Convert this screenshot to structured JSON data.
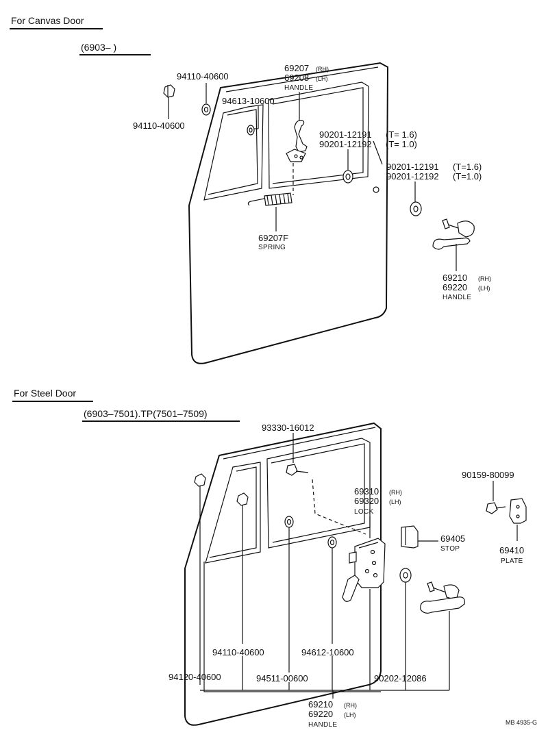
{
  "canvas": {
    "section_title": "For Canvas Door",
    "range": "(6903–      )",
    "nut_a": "94110-40600",
    "nut_b": "94110-40600",
    "grommet": "94613-10600",
    "inner_handle_rh": "69207",
    "inner_handle_lh": "69208",
    "rh": "(RH)",
    "lh": "(LH)",
    "handle_label": "HANDLE",
    "washer_a1": "90201-12191",
    "washer_a1_t": "(T= 1.6)",
    "washer_a2": "90201-12192",
    "washer_a2_t": "(T= 1.0)",
    "washer_b1": "90201-12191",
    "washer_b1_t": "(T=1.6)",
    "washer_b2": "90201-12192",
    "washer_b2_t": "(T=1.0)",
    "spring_pn": "69207F",
    "spring_label": "SPRING",
    "outer_handle_rh": "69210",
    "outer_handle_lh": "69220",
    "outer_handle_label": "HANDLE"
  },
  "steel": {
    "section_title": "For Steel Door",
    "range": "(6903–7501).TP(7501–7509)",
    "screw": "93330-16012",
    "lock_rh": "69310",
    "lock_lh": "69320",
    "lock_label": "LOCK",
    "screw_b": "90159-80099",
    "stop_pn": "69405",
    "stop_label": "STOP",
    "plate_pn": "69410",
    "plate_label": "PLATE",
    "nut_a": "94110-40600",
    "grommet": "94612-10600",
    "nut_b": "94120-40600",
    "nut_c": "94511-00600",
    "washer": "90202-12086",
    "handle_rh": "69210",
    "handle_lh": "69220",
    "rh": "(RH)",
    "lh": "(LH)",
    "handle_label": "HANDLE"
  },
  "figure_id": "MB 4935-G"
}
